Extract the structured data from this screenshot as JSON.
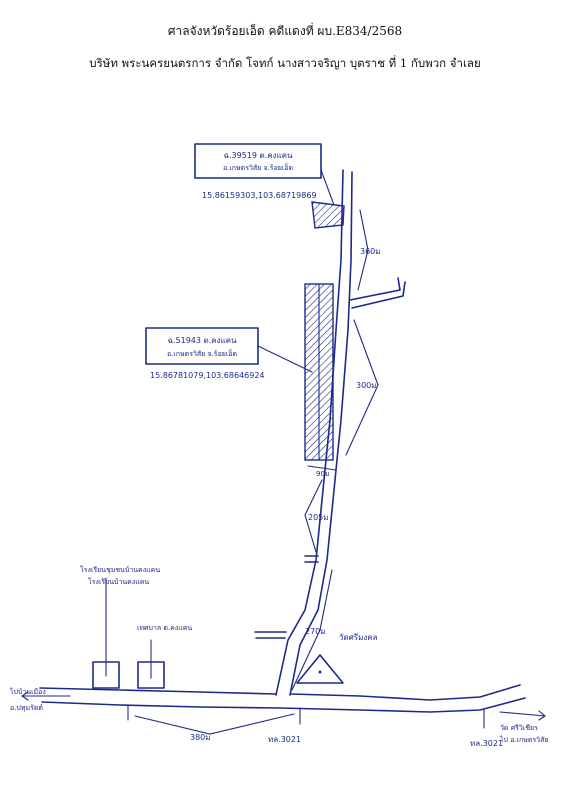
{
  "header": {
    "court_line": "ศาลจังหวัดร้อยเอ็ด คดีแดงที่ ผบ.E834/2568",
    "parties_line": "บริษัท พระนครยนตรการ จำกัด โจทก์ นางสาวจริญา บุตราช ที่ 1 กับพวก จำเลย"
  },
  "plot_north": {
    "deed_line": "ฉ.39519 ต.คงแคน",
    "address_line": "อ.เกษตรวิสัย จ.ร้อยเอ็ด",
    "coordinates": "15.86159303,103.68719869"
  },
  "plot_south": {
    "deed_line": "ฉ.51943 ต.คงแคน",
    "address_line": "อ.เกษตรวิสัย จ.ร้อยเอ็ด",
    "coordinates": "15.86781079,103.68646924"
  },
  "distances": {
    "d1": "360ม",
    "d2": "300ม",
    "d3": "90ม",
    "d4": "205ม",
    "d5": "270ม",
    "d6": "380ม"
  },
  "landmarks": {
    "school": "โรงเรียนบ้านคงแคน",
    "temple": "วัดศรีมงคล",
    "tessaban": "เทศบาล ต.คงแคน",
    "school_top": "โรงเรียนชุมชนบ้านคงแคน",
    "temple_right": "วัด ศรีวิเชียร",
    "road_left_1": "ไปบ้านเมือง",
    "road_left_2": "อ.ปทุมรัตต์",
    "road_right_1": "ไป อ.เกษตรวิสัย"
  },
  "roads": {
    "road_a": "ทล.3021",
    "road_b": "ทล.3021"
  }
}
